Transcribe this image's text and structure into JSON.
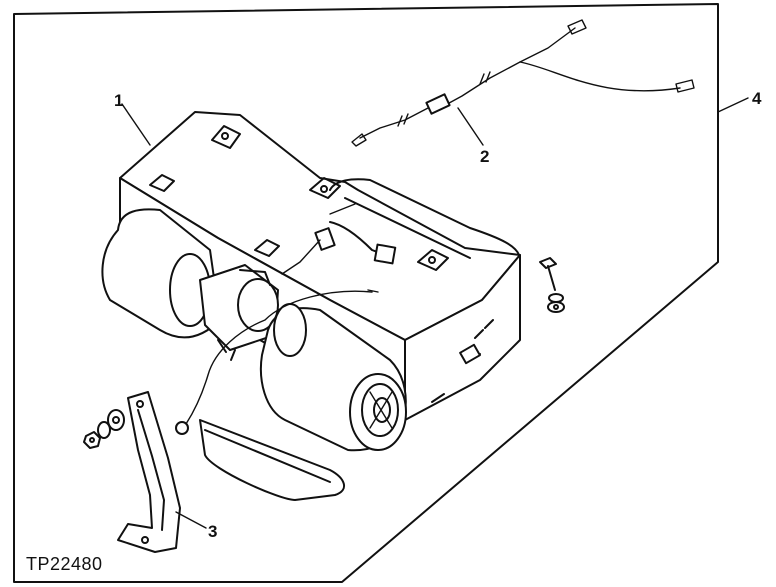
{
  "figure_id": "TP22480",
  "callouts": [
    {
      "label": "1",
      "part": "heater-housing"
    },
    {
      "label": "2",
      "part": "thermostat-wire"
    },
    {
      "label": "3",
      "part": "mounting-bracket"
    },
    {
      "label": "4",
      "part": "heater-assembly"
    }
  ],
  "colors": {
    "line": "#111111",
    "background": "#ffffff"
  }
}
